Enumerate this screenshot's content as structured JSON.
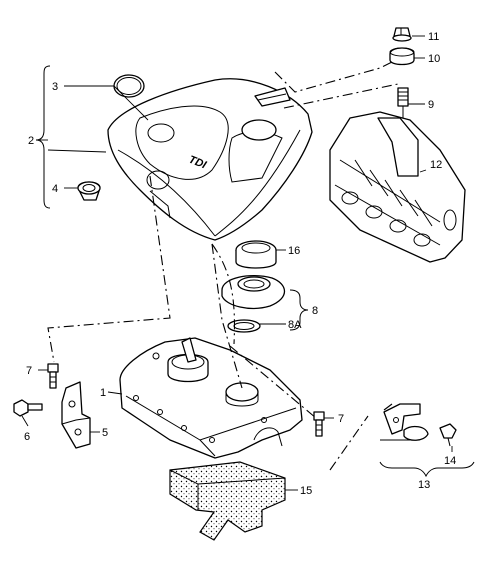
{
  "callouts": {
    "c1": "1",
    "c2": "2",
    "c3": "3",
    "c4": "4",
    "c5": "5",
    "c6": "6",
    "c7a": "7",
    "c7b": "7",
    "c8": "8",
    "c8a": "8A",
    "c9": "9",
    "c10": "10",
    "c11": "11",
    "c12": "12",
    "c13": "13",
    "c14": "14",
    "c15": "15",
    "c16": "16"
  },
  "engine_cover_logo": "TDI"
}
